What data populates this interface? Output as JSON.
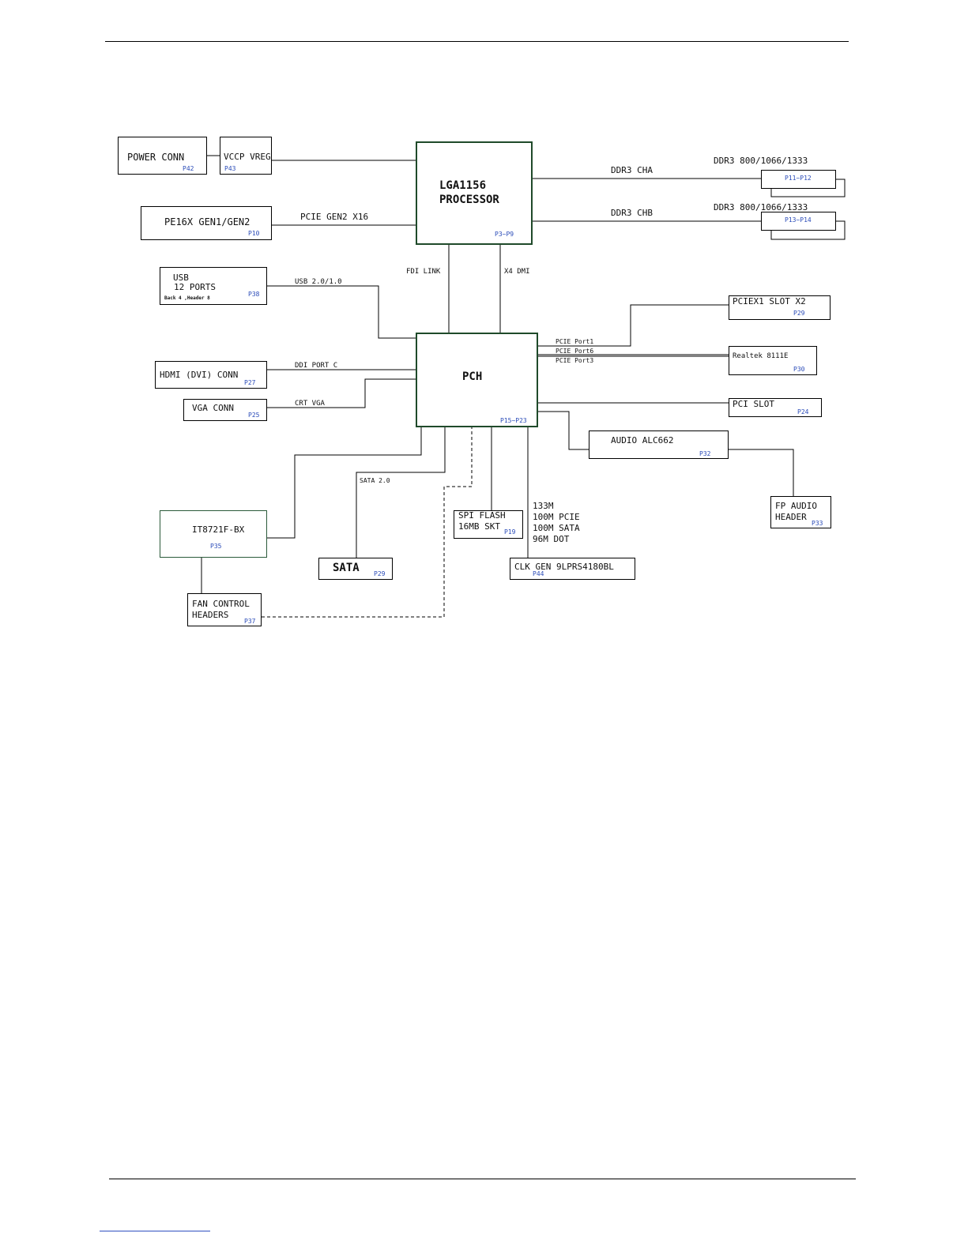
{
  "blocks": {
    "power_conn": {
      "label": "POWER CONN",
      "page": "P42"
    },
    "vccp_vreg": {
      "label": "VCCP VREG",
      "page": "P43"
    },
    "processor": {
      "line1": "LGA1156",
      "line2": "PROCESSOR",
      "page": "P3~P9"
    },
    "pe16x": {
      "label": "PE16X GEN1/GEN2",
      "page": "P10"
    },
    "usb": {
      "line1": "USB",
      "line2": "12 PORTS",
      "line3": "Back 4 ,Header 8",
      "page": "P38"
    },
    "hdmi": {
      "label": "HDMI (DVI) CONN",
      "page": "P27"
    },
    "vga": {
      "label": "VGA CONN",
      "page": "P25"
    },
    "pch": {
      "label": "PCH",
      "page": "P15~P23"
    },
    "dimm_a": {
      "page": "P11~P12"
    },
    "dimm_b": {
      "page": "P13~P14"
    },
    "pciex1": {
      "label": "PCIEX1 SLOT X2",
      "page": "P29"
    },
    "realtek": {
      "label": "Realtek 8111E",
      "page": "P30"
    },
    "pci_slot": {
      "label": "PCI SLOT",
      "page": "P24"
    },
    "audio": {
      "label": "AUDIO ALC662",
      "page": "P32"
    },
    "fp_audio": {
      "line1": "FP AUDIO",
      "line2": "HEADER",
      "page": "P33"
    },
    "it8721": {
      "label": "IT8721F-BX",
      "page": "P35"
    },
    "sata": {
      "label": "SATA",
      "page": "P29"
    },
    "spi_flash": {
      "line1": "SPI FLASH",
      "line2": "16MB SKT",
      "page": "P19"
    },
    "clk_gen": {
      "label": "CLK GEN 9LPRS4180BL",
      "page": "P44"
    },
    "fan_control": {
      "line1": "FAN CONTROL",
      "line2": "HEADERS",
      "page": "P37"
    }
  },
  "links": {
    "pcie_gen2_x16": "PCIE GEN2 X16",
    "ddr3_cha": "DDR3 CHA",
    "ddr3_chb": "DDR3 CHB",
    "ddr3_speed_a": "DDR3 800/1066/1333",
    "ddr3_speed_b": "DDR3 800/1066/1333",
    "fdi_link": "FDI LINK",
    "x4_dmi": "X4 DMI",
    "usb_20": "USB 2.0/1.0",
    "ddi_port_c": "DDI PORT C",
    "crt_vga": "CRT VGA",
    "pcie_port1": "PCIE Port1",
    "pcie_port6": "PCIE Port6",
    "pcie_port3": "PCIE Port3",
    "sata_20": "SATA 2.0",
    "clk_133m": "133M",
    "clk_100m_pcie": "100M PCIE",
    "clk_100m_sata": "100M SATA",
    "clk_96m_dot": "96M DOT"
  },
  "colors": {
    "line": "#000000",
    "page_ref": "#2a4bb8",
    "chip_border": "#1f4a2a"
  }
}
